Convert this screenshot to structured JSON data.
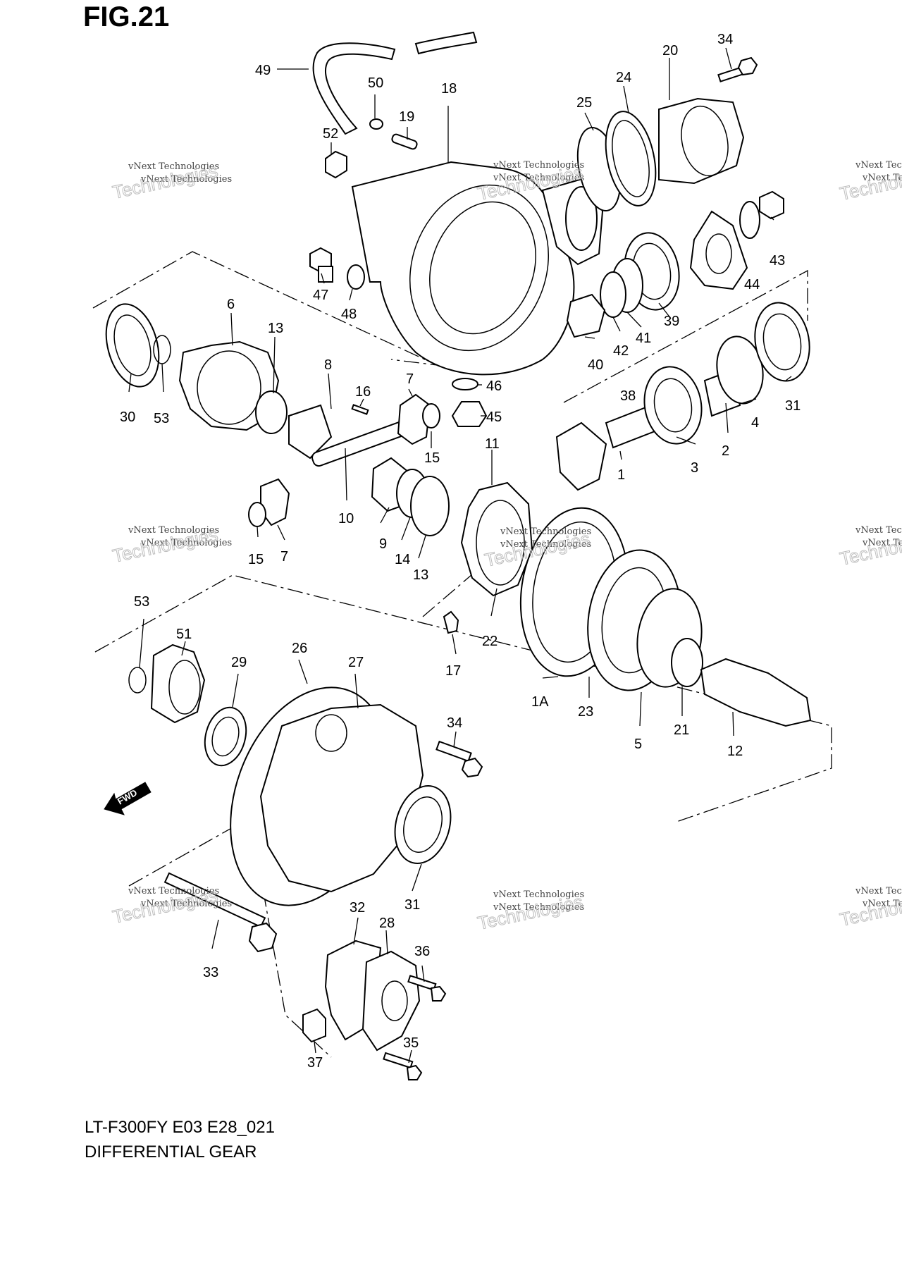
{
  "figure": {
    "title": "FIG.21",
    "model_code": "LT-F300FY E03 E28_021",
    "diagram_name": "DIFFERENTIAL GEAR",
    "direction_badge": "FWD"
  },
  "watermarks": [
    {
      "line1": "vNext Technologies",
      "line2": "vNext Technologies",
      "line3": "Technologies"
    },
    {
      "line1": "vNext Technologies",
      "line2": "vNext Technologies",
      "line3": "Technologies"
    },
    {
      "line1": "vNext Technologies",
      "line2": "vNext Technologies",
      "line3": "Technologies"
    },
    {
      "line1": "vNext Technologies",
      "line2": "vNext Technologies",
      "line3": "Technologies"
    },
    {
      "line1": "vNext Technologies",
      "line2": "vNext Technologies",
      "line3": "Technologies"
    },
    {
      "line1": "vNext Technologies",
      "line2": "vNext Technologies",
      "line3": "Technologies"
    },
    {
      "line1": "vNext Technologies",
      "line2": "vNext Technologies",
      "line3": "Technologies"
    },
    {
      "line1": "vNext Technologies",
      "line2": "vNext Technologies",
      "line3": "Technologies"
    },
    {
      "line1": "vNext Technologies",
      "line2": "vNext Technologies",
      "line3": "Technologies"
    }
  ],
  "callouts": {
    "c49": "49",
    "c50": "50",
    "c18": "18",
    "c19": "19",
    "c52": "52",
    "c25": "25",
    "c24": "24",
    "c20": "20",
    "c34a": "34",
    "c47": "47",
    "c48": "48",
    "c43": "43",
    "c44": "44",
    "c6": "6",
    "c13a": "13",
    "c8": "8",
    "c16": "16",
    "c7a": "7",
    "c46": "46",
    "c45": "45",
    "c15a": "15",
    "c30": "30",
    "c53a": "53",
    "c40": "40",
    "c42": "42",
    "c41": "41",
    "c39": "39",
    "c38": "38",
    "c31a": "31",
    "c4": "4",
    "c2": "2",
    "c3": "3",
    "c1": "1",
    "c11": "11",
    "c10": "10",
    "c9": "9",
    "c14": "14",
    "c13b": "13",
    "c15b": "15",
    "c7b": "7",
    "c22": "22",
    "c17": "17",
    "c53b": "53",
    "c51": "51",
    "c29": "29",
    "c26": "26",
    "c27": "27",
    "c34b": "34",
    "c1A": "1A",
    "c23": "23",
    "c5": "5",
    "c21": "21",
    "c12": "12",
    "c31b": "31",
    "c32": "32",
    "c28": "28",
    "c36": "36",
    "c33": "33",
    "c35": "35",
    "c37": "37"
  }
}
